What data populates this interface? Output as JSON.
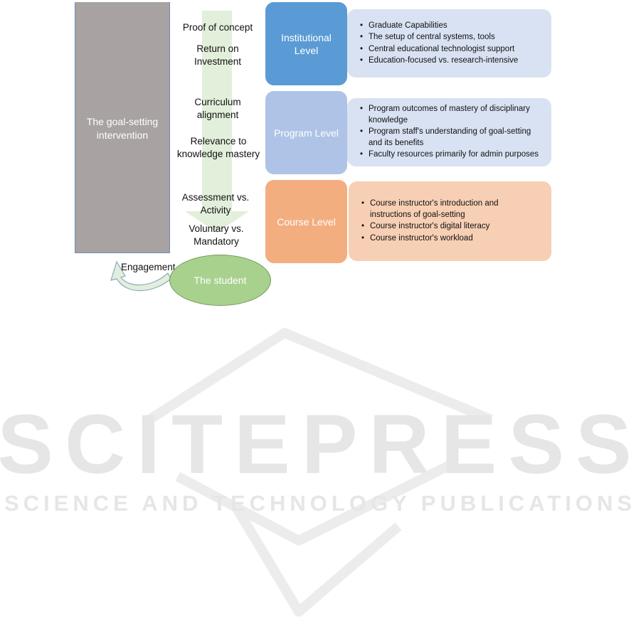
{
  "intervention": {
    "label": "The goal-setting intervention"
  },
  "factors": {
    "proof_of_concept": "Proof of concept",
    "return_on_investment": "Return on Investment",
    "curriculum_alignment": "Curriculum alignment",
    "relevance": "Relevance to knowledge mastery",
    "assessment": "Assessment vs. Activity",
    "voluntary": "Voluntary vs. Mandatory"
  },
  "levels": {
    "institutional": {
      "label": "Institutional Level",
      "items": [
        "Graduate Capabilities",
        "The setup of central systems, tools",
        "Central educational technologist support",
        "Education-focused vs. research-intensive"
      ]
    },
    "program": {
      "label": "Program Level",
      "items": [
        "Program outcomes of mastery of disciplinary knowledge",
        "Program staff's understanding of goal-setting and its benefits",
        "Faculty resources primarily for admin purposes"
      ]
    },
    "course": {
      "label": "Course Level",
      "items": [
        "Course instructor's introduction and instructions of goal-setting",
        "Course instructor's digital literacy",
        "Course instructor's workload"
      ]
    }
  },
  "student": {
    "label": "The student"
  },
  "engagement": {
    "label": "Engagement"
  },
  "watermark": {
    "title": "SCITEPRESS",
    "subtitle": "SCIENCE AND TECHNOLOGY PUBLICATIONS"
  },
  "colors": {
    "intervention": "#a8a2a2",
    "institutional": "#5b9bd5",
    "program": "#aec3e6",
    "course": "#f3ae80",
    "panel_blue": "#d9e2f2",
    "panel_orange": "#f7cfb4",
    "student": "#a9d18e",
    "arrow": "#e2efda"
  }
}
